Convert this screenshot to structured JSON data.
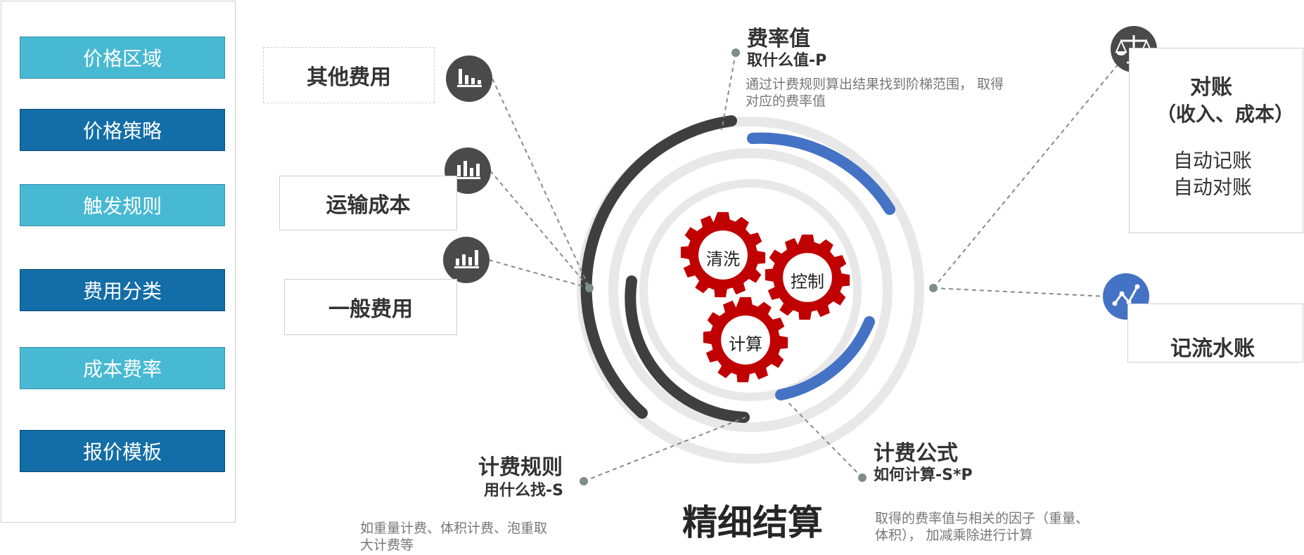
{
  "sidebar": {
    "items": [
      {
        "label": "价格区域",
        "style": "light"
      },
      {
        "label": "价格策略",
        "style": "dark"
      },
      {
        "label": "触发规则",
        "style": "light"
      },
      {
        "label": "费用分类",
        "style": "dark"
      },
      {
        "label": "成本费率",
        "style": "light"
      },
      {
        "label": "报价模板",
        "style": "dark"
      }
    ]
  },
  "inputs": {
    "other_fee": "其他费用",
    "transport_cost": "运输成本",
    "general_fee": "一般费用"
  },
  "rate": {
    "title": "费率值",
    "subtitle": "取什么值-P",
    "desc_line1": "通过计费规则算出结果找到阶梯范围， 取得",
    "desc_line2": "对应的费率值"
  },
  "rule": {
    "title": "计费规则",
    "subtitle": "用什么找-S",
    "desc_line1": "如重量计费、体积计费、泡重取",
    "desc_line2": "大计费等"
  },
  "formula": {
    "title": "计费公式",
    "subtitle": "如何计算-S*P",
    "desc_line1": "取得的费率值与相关的因子（重量、",
    "desc_line2": "体积）， 加减乘除进行计算"
  },
  "gears": {
    "clean": "清洗",
    "control": "控制",
    "compute": "计算"
  },
  "center_title": "精细结算",
  "reconcile": {
    "title": "对账",
    "subtitle": "（收入、成本）",
    "line1": "自动记账",
    "line2": "自动对账"
  },
  "ledger": {
    "title": "记流水账"
  },
  "icons": {
    "input_icon": "bar-chart-icon",
    "reconcile_icon": "balance-scale-icon",
    "ledger_icon": "line-chart-icon"
  },
  "colors": {
    "light_blue": "#48b9d2",
    "dark_blue": "#136da6",
    "arc_dark": "#3f3f3f",
    "arc_blue": "#4472c4",
    "gear_red": "#c00000"
  }
}
